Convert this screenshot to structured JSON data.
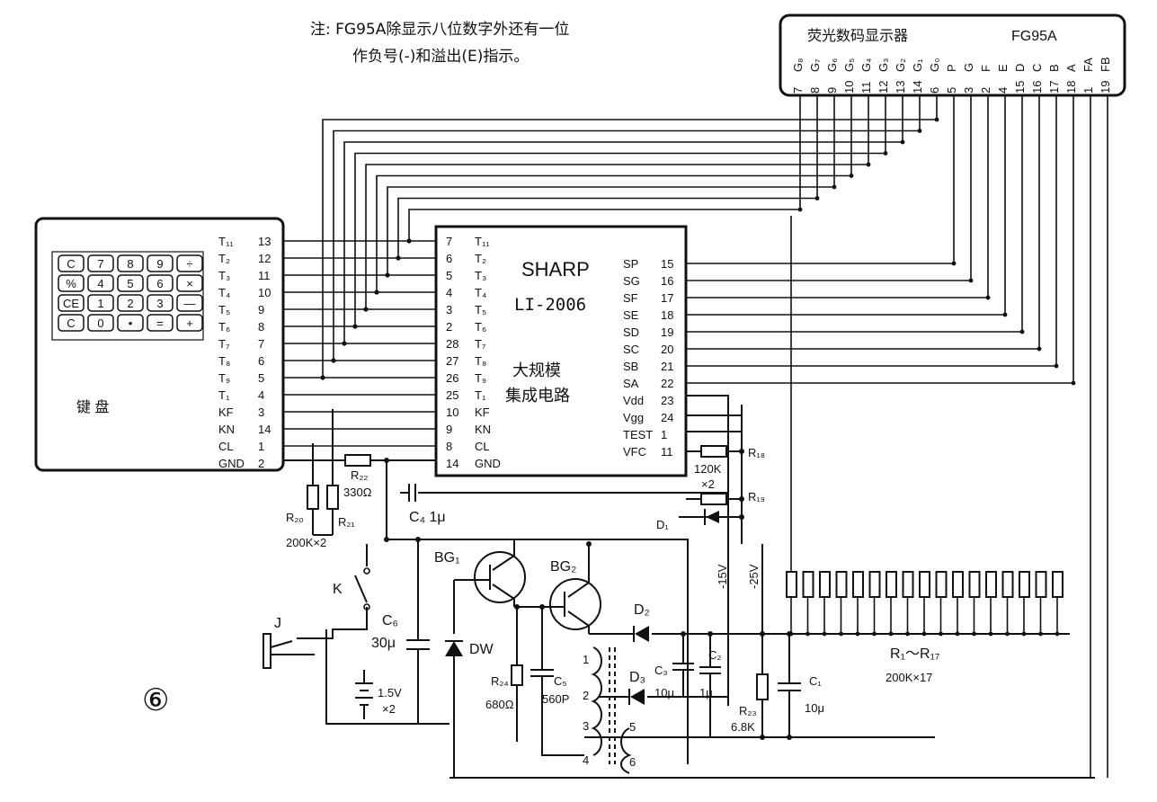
{
  "note": {
    "line1": "注: FG95A除显示八位数字外还有一位",
    "line2": "作负号(-)和溢出(E)指示。"
  },
  "display": {
    "title": "荧光数码显示器",
    "model": "FG95A",
    "segments": [
      "G₈",
      "G₇",
      "G₆",
      "G₅",
      "G₄",
      "G₃",
      "G₂",
      "G₁",
      "G₀",
      "P",
      "G",
      "F",
      "E",
      "D",
      "C",
      "B",
      "A",
      "FA",
      "FB"
    ],
    "pins": [
      "7",
      "8",
      "9",
      "10",
      "11",
      "12",
      "13",
      "14",
      "6",
      "5",
      "3",
      "2",
      "4",
      "15",
      "16",
      "17",
      "18",
      "1",
      "19"
    ]
  },
  "keyboard": {
    "label": "键    盘",
    "keys": [
      "C",
      "7",
      "8",
      "9",
      "÷",
      "%",
      "4",
      "5",
      "6",
      "×",
      "CE",
      "1",
      "2",
      "3",
      "—",
      "C",
      "0",
      "•",
      "=",
      "+"
    ],
    "pins": [
      {
        "name": "T₁₁",
        "num": "13"
      },
      {
        "name": "T₂",
        "num": "12"
      },
      {
        "name": "T₃",
        "num": "11"
      },
      {
        "name": "T₄",
        "num": "10"
      },
      {
        "name": "T₅",
        "num": "9"
      },
      {
        "name": "T₆",
        "num": "8"
      },
      {
        "name": "T₇",
        "num": "7"
      },
      {
        "name": "T₈",
        "num": "6"
      },
      {
        "name": "T₉",
        "num": "5"
      },
      {
        "name": "T₁",
        "num": "4"
      },
      {
        "name": "KF",
        "num": "3"
      },
      {
        "name": "KN",
        "num": "14"
      },
      {
        "name": "CL",
        "num": "1"
      },
      {
        "name": "GND",
        "num": "2"
      }
    ]
  },
  "ic": {
    "brand": "SHARP",
    "model": "LI-2006",
    "desc1": "大规模",
    "desc2": "集成电路",
    "left_pins": [
      {
        "num": "7",
        "name": "T₁₁"
      },
      {
        "num": "6",
        "name": "T₂"
      },
      {
        "num": "5",
        "name": "T₃"
      },
      {
        "num": "4",
        "name": "T₄"
      },
      {
        "num": "3",
        "name": "T₅"
      },
      {
        "num": "2",
        "name": "T₆"
      },
      {
        "num": "28",
        "name": "T₇"
      },
      {
        "num": "27",
        "name": "T₈"
      },
      {
        "num": "26",
        "name": "T₉"
      },
      {
        "num": "25",
        "name": "T₁"
      },
      {
        "num": "10",
        "name": "KF"
      },
      {
        "num": "9",
        "name": "KN"
      },
      {
        "num": "8",
        "name": "CL"
      },
      {
        "num": "14",
        "name": "GND"
      }
    ],
    "right_pins": [
      {
        "name": "SP",
        "num": "15"
      },
      {
        "name": "SG",
        "num": "16"
      },
      {
        "name": "SF",
        "num": "17"
      },
      {
        "name": "SE",
        "num": "18"
      },
      {
        "name": "SD",
        "num": "19"
      },
      {
        "name": "SC",
        "num": "20"
      },
      {
        "name": "SB",
        "num": "21"
      },
      {
        "name": "SA",
        "num": "22"
      },
      {
        "name": "Vdd",
        "num": "23"
      },
      {
        "name": "Vgg",
        "num": "24"
      },
      {
        "name": "TEST",
        "num": "1"
      },
      {
        "name": "VFC",
        "num": "11"
      }
    ]
  },
  "components": {
    "r22": "R₂₂",
    "r22_val": "330Ω",
    "r20": "R₂₀",
    "r21": "R₂₁",
    "r20_val": "200K×2",
    "c4": "C₄ 1μ",
    "d1": "D₁",
    "r18": "R₁₈",
    "r19": "R₁₉",
    "r18_val": "120K",
    "r18_mult": "×2",
    "bg1": "BG₁",
    "bg2": "BG₂",
    "k": "K",
    "j": "J",
    "c6": "C₆",
    "c6_val": "30μ",
    "dw": "DW",
    "battery": "1.5V",
    "battery_mult": "×2",
    "r24": "R₂₄",
    "r24_val": "680Ω",
    "c5": "C₅",
    "c5_val": "560P",
    "d2": "D₂",
    "d3": "D₃",
    "c3": "C₃",
    "c3_val": "10μ",
    "c2": "C₂",
    "c2_val": "1μ",
    "r23": "R₂₃",
    "r23_val": "6.8K",
    "c1": "C₁",
    "c1_val": "10μ",
    "v15": "-15V",
    "v25": "-25V",
    "r1_17": "R₁～R₁₇",
    "r1_17_val": "200K×17",
    "tf1": "1",
    "tf2": "2",
    "tf3": "3",
    "tf4": "4",
    "tf5": "5",
    "tf6": "6"
  },
  "figure_number": "⑥"
}
